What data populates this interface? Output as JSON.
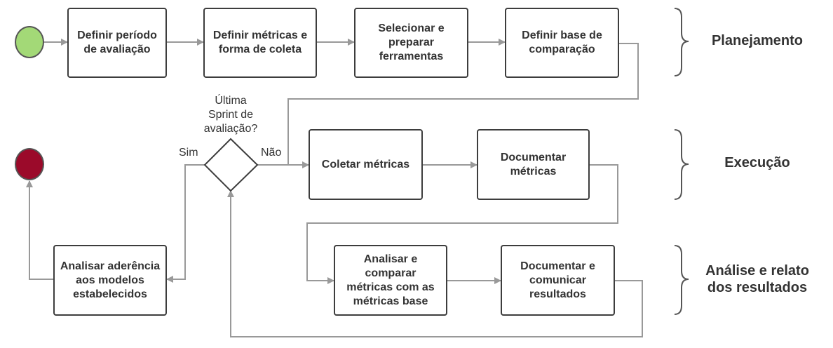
{
  "colors": {
    "start": "#a3d977",
    "end": "#9b0a2a",
    "stroke": "#3d3d3d",
    "connector": "#999999",
    "text": "#333333"
  },
  "steps": {
    "definir_periodo": "Definir período\nde avaliação",
    "definir_metricas": "Definir métricas e\nforma de coleta",
    "selecionar_ferramentas": "Selecionar e\npreparar\nferramentas",
    "definir_base": "Definir base de\ncomparação",
    "coletar_metricas": "Coletar métricas",
    "documentar_metricas": "Documentar\nmétricas",
    "analisar_comparar": "Analisar e\ncomparar\nmétricas com as\nmétricas base",
    "documentar_comunicar": "Documentar e\ncomunicar\nresultados",
    "analisar_aderencia": "Analisar aderência\naos modelos\nestabelecidos"
  },
  "decision": {
    "question": "Última\nSprint de\navaliação?",
    "yes_label": "Sim",
    "no_label": "Não"
  },
  "phases": {
    "planejamento": "Planejamento",
    "execucao": "Execução",
    "analise": "Análise e relato\ndos resultados"
  }
}
